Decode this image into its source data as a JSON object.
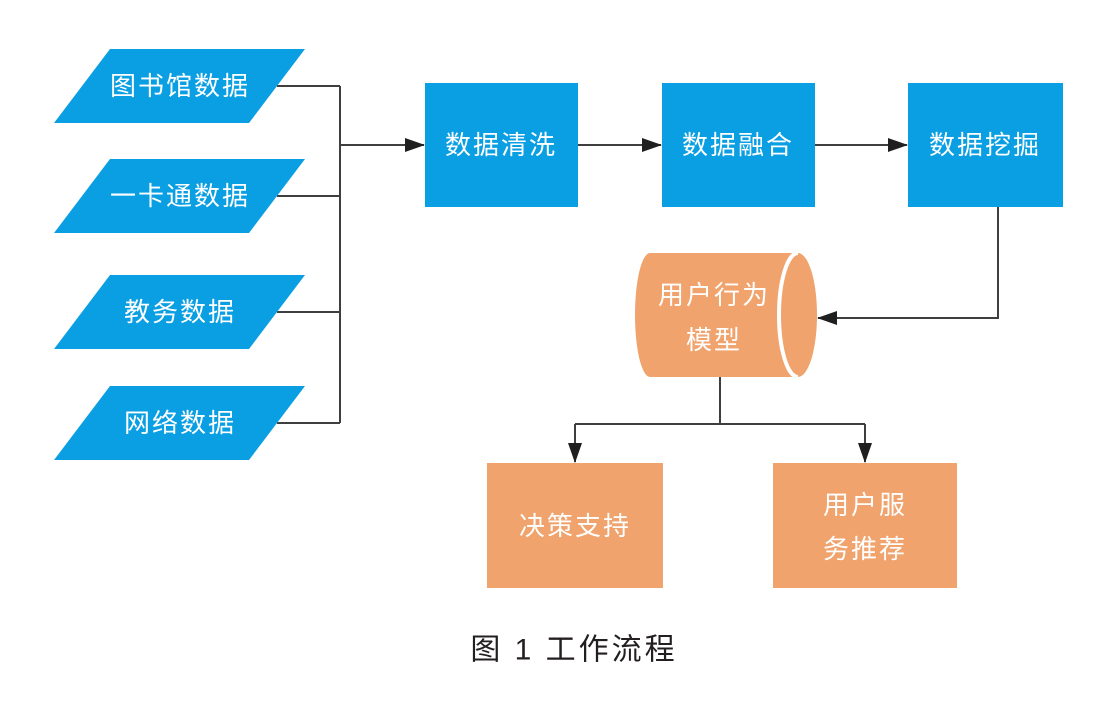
{
  "diagram": {
    "caption": "图 1  工作流程",
    "sources": [
      {
        "label": "图书馆数据"
      },
      {
        "label": "一卡通数据"
      },
      {
        "label": "教务数据"
      },
      {
        "label": "网络数据"
      }
    ],
    "pipeline": [
      {
        "label": "数据清洗"
      },
      {
        "label": "数据融合"
      },
      {
        "label": "数据挖掘"
      }
    ],
    "model": {
      "line1": "用户行为",
      "line2": "模型"
    },
    "outputs": {
      "decision": {
        "label": "决策支持"
      },
      "recommend": {
        "line1": "用户服",
        "line2": "务推荐"
      }
    },
    "colors": {
      "node_blue": "#0A9FE3",
      "node_orange": "#F0A36C",
      "node_text": "#FFFFFF",
      "connector": "#3F3F3F",
      "arrowhead": "#1F1F1F",
      "caption_text": "#231F20",
      "background": "#FFFFFF",
      "cylinder_seam": "#FFFFFF"
    }
  }
}
